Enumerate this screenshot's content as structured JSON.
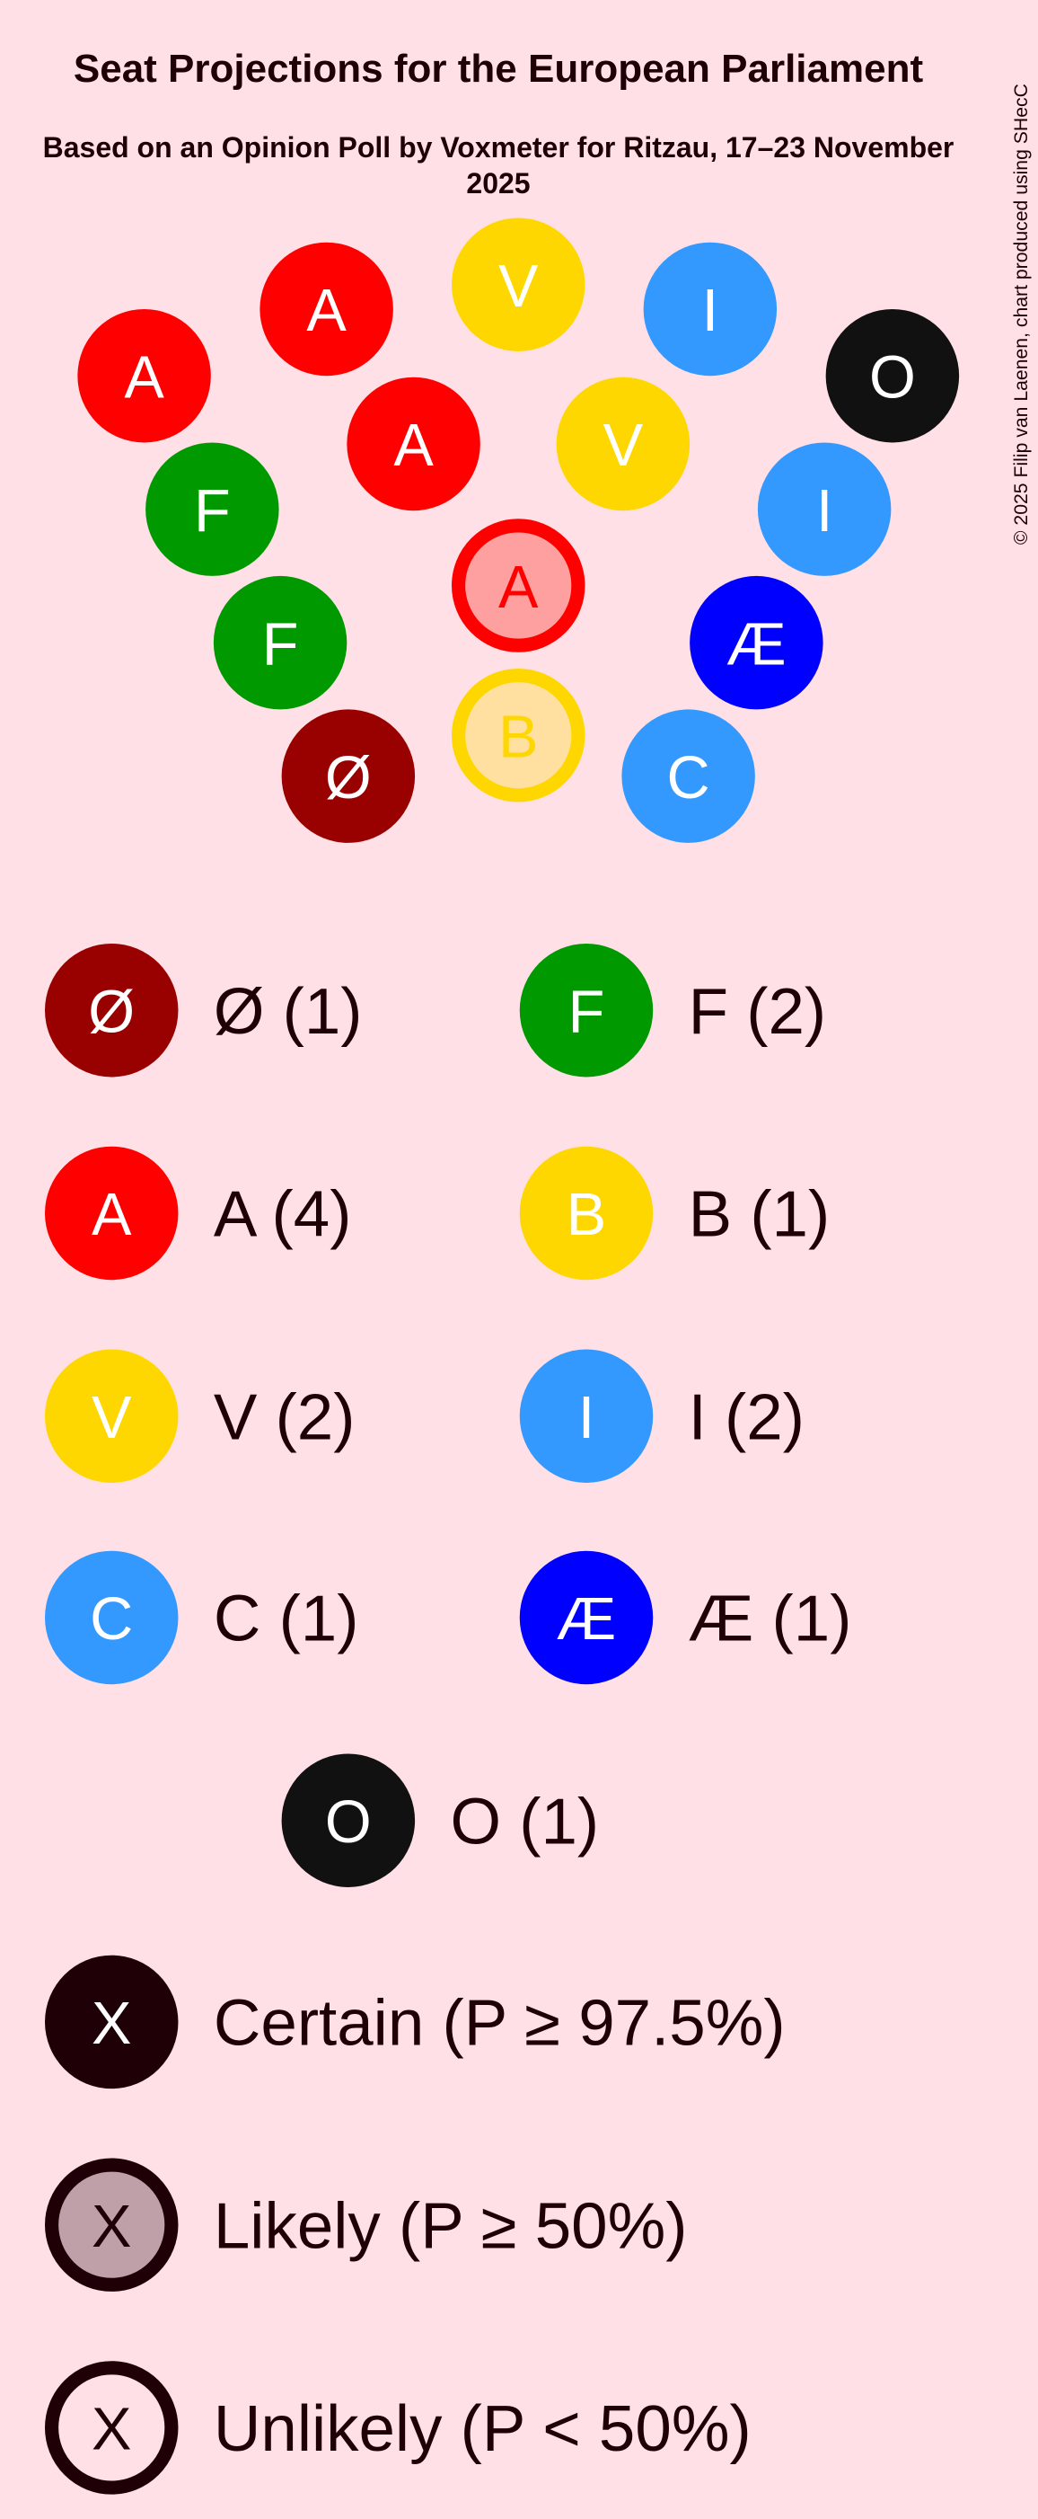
{
  "chart_data": {
    "type": "seat-hemicycle",
    "title": "Seat Projections for the European Parliament",
    "subtitle": "Based on an Opinion Poll by Voxmeter for Ritzau, 17–23 November 2025",
    "copyright": "© 2025 Filip van Laenen, chart produced using SHecC",
    "seats": [
      {
        "party": "A",
        "status": "certain"
      },
      {
        "party": "A",
        "status": "certain"
      },
      {
        "party": "V",
        "status": "certain"
      },
      {
        "party": "I",
        "status": "certain"
      },
      {
        "party": "O",
        "status": "certain"
      },
      {
        "party": "A",
        "status": "certain"
      },
      {
        "party": "V",
        "status": "certain"
      },
      {
        "party": "F",
        "status": "certain"
      },
      {
        "party": "I",
        "status": "certain"
      },
      {
        "party": "A",
        "status": "likely"
      },
      {
        "party": "F",
        "status": "certain"
      },
      {
        "party": "Æ",
        "status": "certain"
      },
      {
        "party": "B",
        "status": "likely"
      },
      {
        "party": "Ø",
        "status": "certain"
      },
      {
        "party": "C",
        "status": "certain"
      }
    ],
    "parties": [
      {
        "letter": "Ø",
        "label": "Ø (1)",
        "seats": 1,
        "color": "#990000",
        "light": "#D9A0A0"
      },
      {
        "letter": "F",
        "label": "F (2)",
        "seats": 2,
        "color": "#009900",
        "light": "#A0D9A0"
      },
      {
        "letter": "A",
        "label": "A (4)",
        "seats": 4,
        "color": "#FF0000",
        "light": "#FFA0A0"
      },
      {
        "letter": "B",
        "label": "B (1)",
        "seats": 1,
        "color": "#FFD700",
        "light": "#FFE0A0"
      },
      {
        "letter": "V",
        "label": "V (2)",
        "seats": 2,
        "color": "#FFD700",
        "light": "#FFE0A0"
      },
      {
        "letter": "I",
        "label": "I (2)",
        "seats": 2,
        "color": "#3399FF",
        "light": "#A0CCFF"
      },
      {
        "letter": "C",
        "label": "C (1)",
        "seats": 1,
        "color": "#3399FF",
        "light": "#A0CCFF"
      },
      {
        "letter": "Æ",
        "label": "Æ (1)",
        "seats": 1,
        "color": "#0000FF",
        "light": "#A0A0FF"
      },
      {
        "letter": "O",
        "label": "O (1)",
        "seats": 1,
        "color": "#111111",
        "light": "#A0A0A0"
      }
    ],
    "status_legend": [
      {
        "letter": "X",
        "label": "Certain (P ≥ 97.5%)",
        "style": "certain"
      },
      {
        "letter": "X",
        "label": "Likely (P ≥ 50%)",
        "style": "likely"
      },
      {
        "letter": "X",
        "label": "Unlikely (P < 50%)",
        "style": "unlikely"
      }
    ],
    "legend_color": "#1F0007",
    "legend_light": "#BFA0A8",
    "background": "#FFE0E6"
  }
}
